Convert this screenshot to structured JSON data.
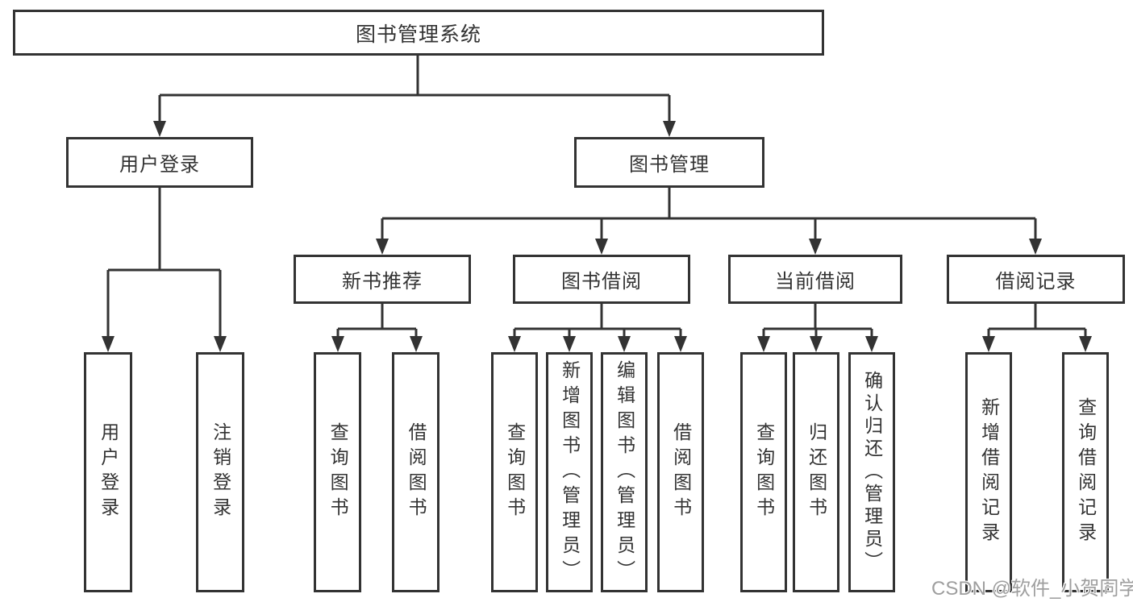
{
  "diagram": {
    "root": {
      "label": "图书管理系统"
    },
    "level2": [
      {
        "label": "用户登录"
      },
      {
        "label": "图书管理"
      }
    ],
    "level3": [
      {
        "label": "新书推荐"
      },
      {
        "label": "图书借阅"
      },
      {
        "label": "当前借阅"
      },
      {
        "label": "借阅记录"
      }
    ],
    "leaves": {
      "user_login": [
        {
          "label": "用户登录"
        },
        {
          "label": "注销登录"
        }
      ],
      "new_book_recommend": [
        {
          "label": "查询图书"
        },
        {
          "label": "借阅图书"
        }
      ],
      "book_borrowing": [
        {
          "label": "查询图书"
        },
        {
          "label": "新增图书（管理员）"
        },
        {
          "label": "编辑图书（管理员）"
        },
        {
          "label": "借阅图书"
        }
      ],
      "current_borrowing": [
        {
          "label": "查询图书"
        },
        {
          "label": "归还图书"
        },
        {
          "label": "确认归还（管理员）"
        }
      ],
      "borrowing_records": [
        {
          "label": "新增借阅记录"
        },
        {
          "label": "查询借阅记录"
        }
      ]
    },
    "watermark": "CSDN @软件_小贺同学",
    "colors": {
      "line": "#333333",
      "text": "#333333",
      "background": "#ffffff",
      "watermark": "#9e9e9e"
    }
  }
}
